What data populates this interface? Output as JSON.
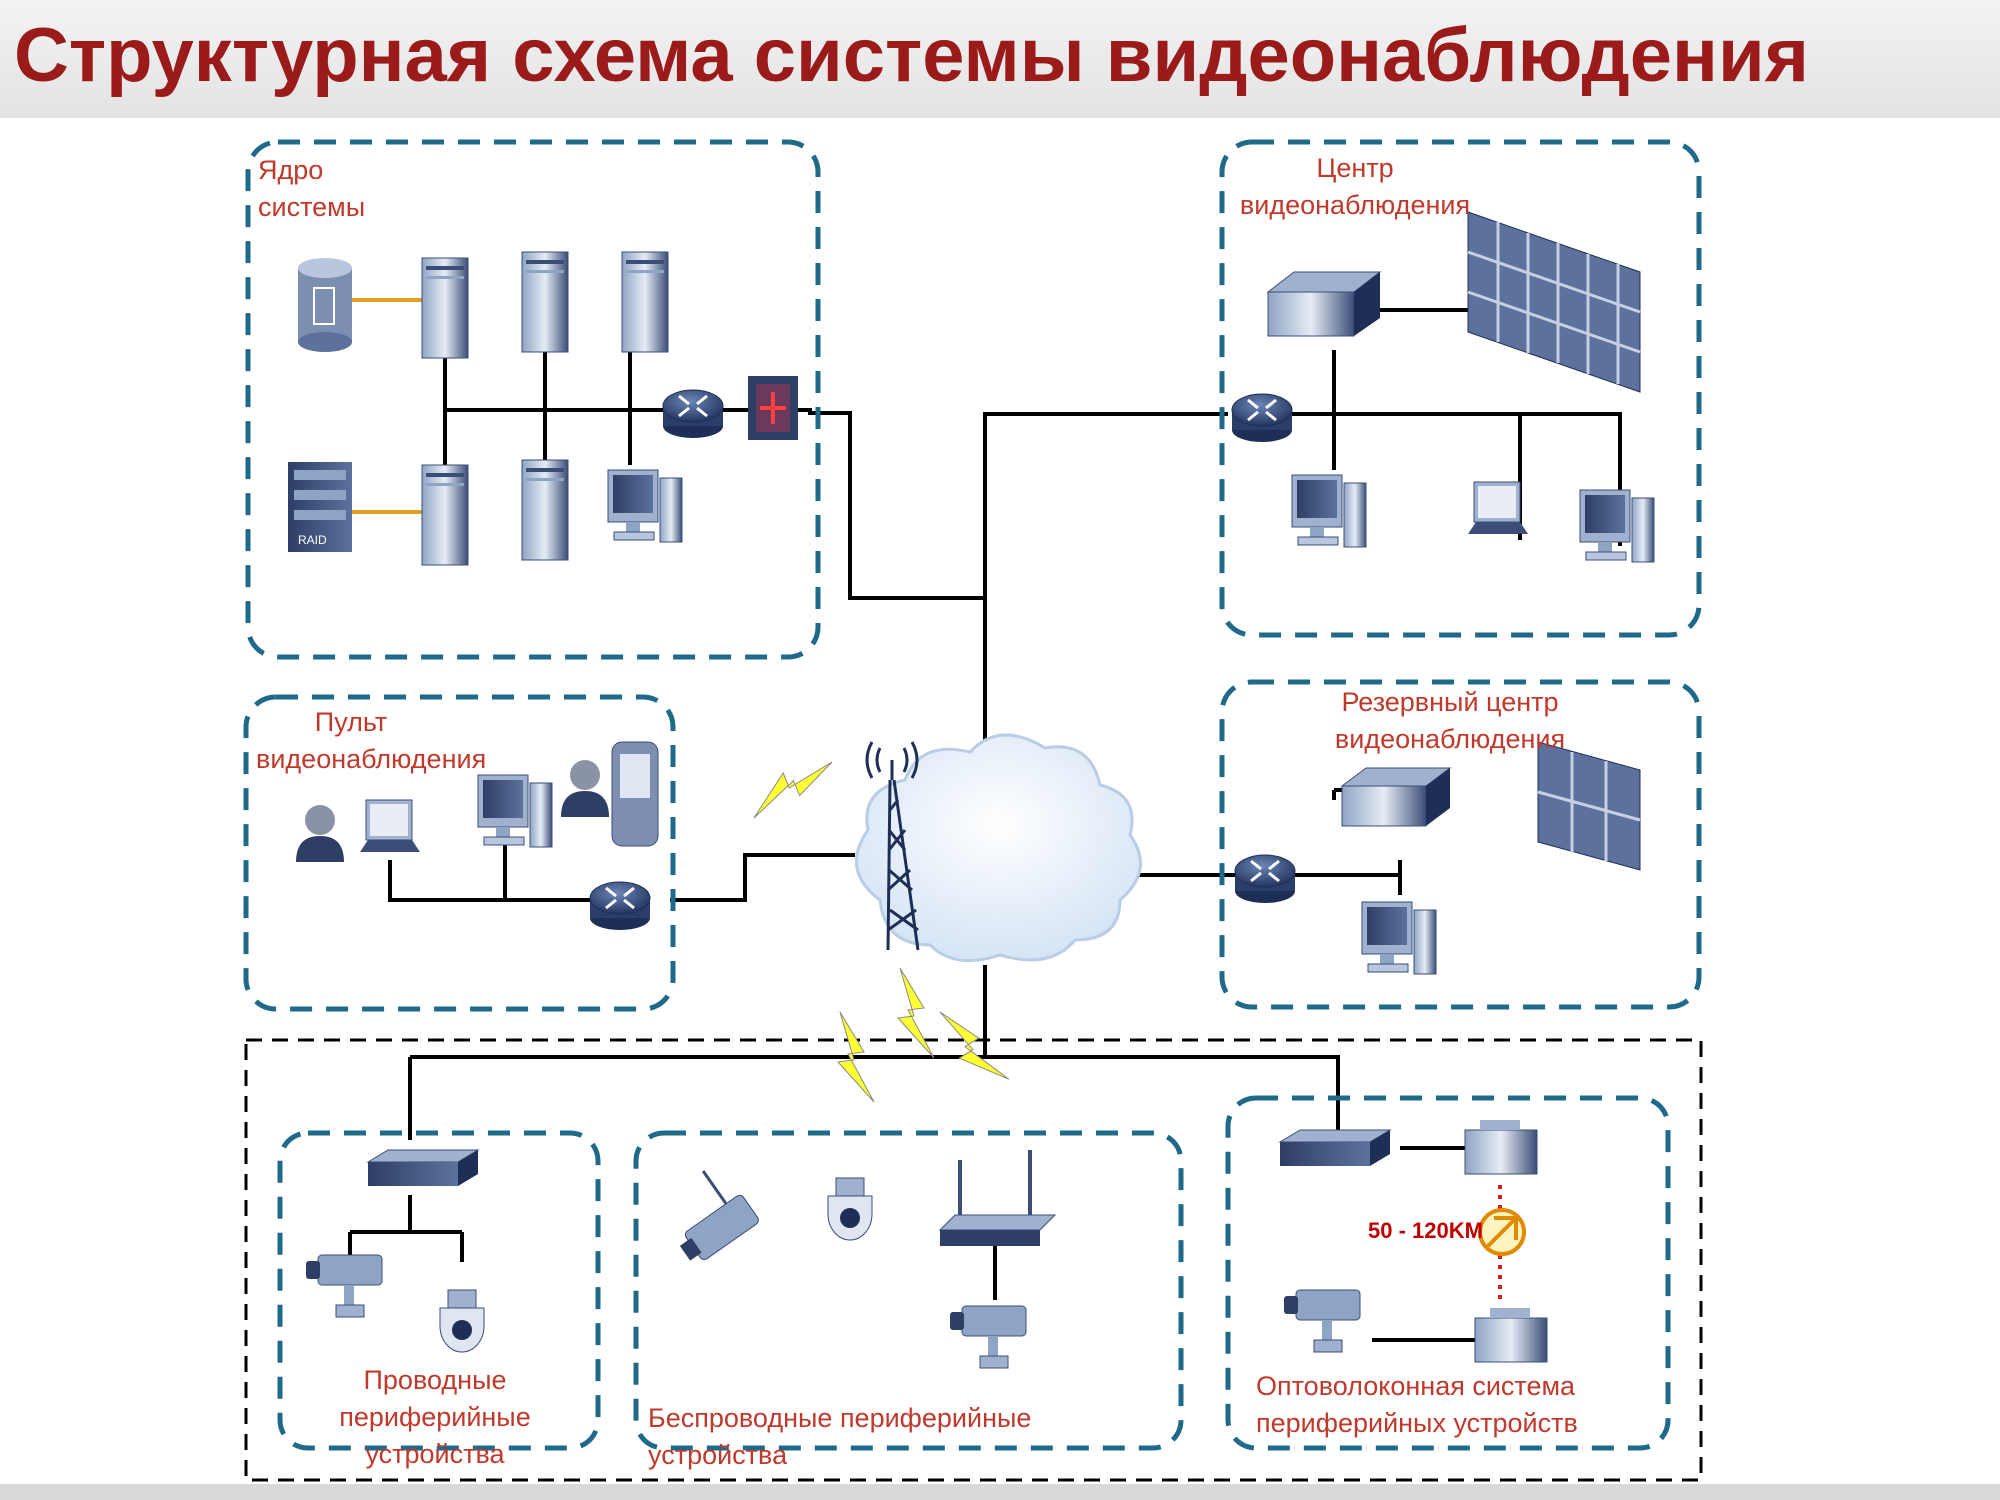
{
  "title": "Структурная схема системы видеонаблюдения",
  "groups": {
    "core": "Ядро системы",
    "center": "Центр видеонаблюдения",
    "console": "Пульт видеонаблюдения",
    "reserve": "Резервный центр видеонаблюдения",
    "wired": "Проводные периферийные устройства",
    "wireless": "Беспроводные периферийные устройства",
    "fiber": "Оптоволоконная система периферийных устройств"
  },
  "fiber_distance": "50 - 120KM",
  "colors": {
    "title": "#9b1b1b",
    "label": "#c0392b",
    "group_border": "#1f6a8a",
    "lightning": "#ffff33"
  }
}
